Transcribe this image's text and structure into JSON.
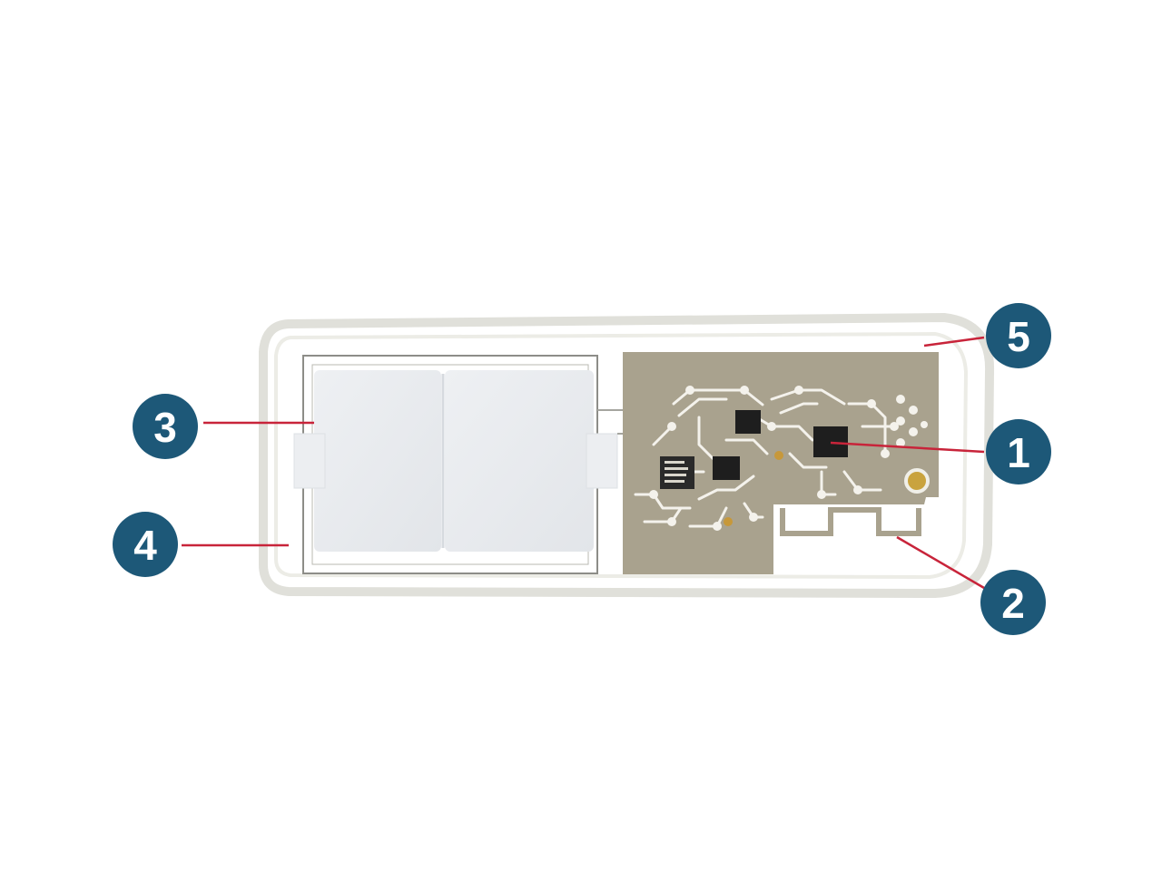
{
  "colors": {
    "badge": "#1d5878",
    "leader": "#c8243a",
    "board": "#a7a08c",
    "trace": "#f4f2ec",
    "chip": "#1e1e1e",
    "frame": "#e2e2dc",
    "pad": "#e9ebee"
  },
  "callouts": [
    {
      "id": "1",
      "label": "1"
    },
    {
      "id": "2",
      "label": "2"
    },
    {
      "id": "3",
      "label": "3"
    },
    {
      "id": "4",
      "label": "4"
    },
    {
      "id": "5",
      "label": "5"
    }
  ]
}
